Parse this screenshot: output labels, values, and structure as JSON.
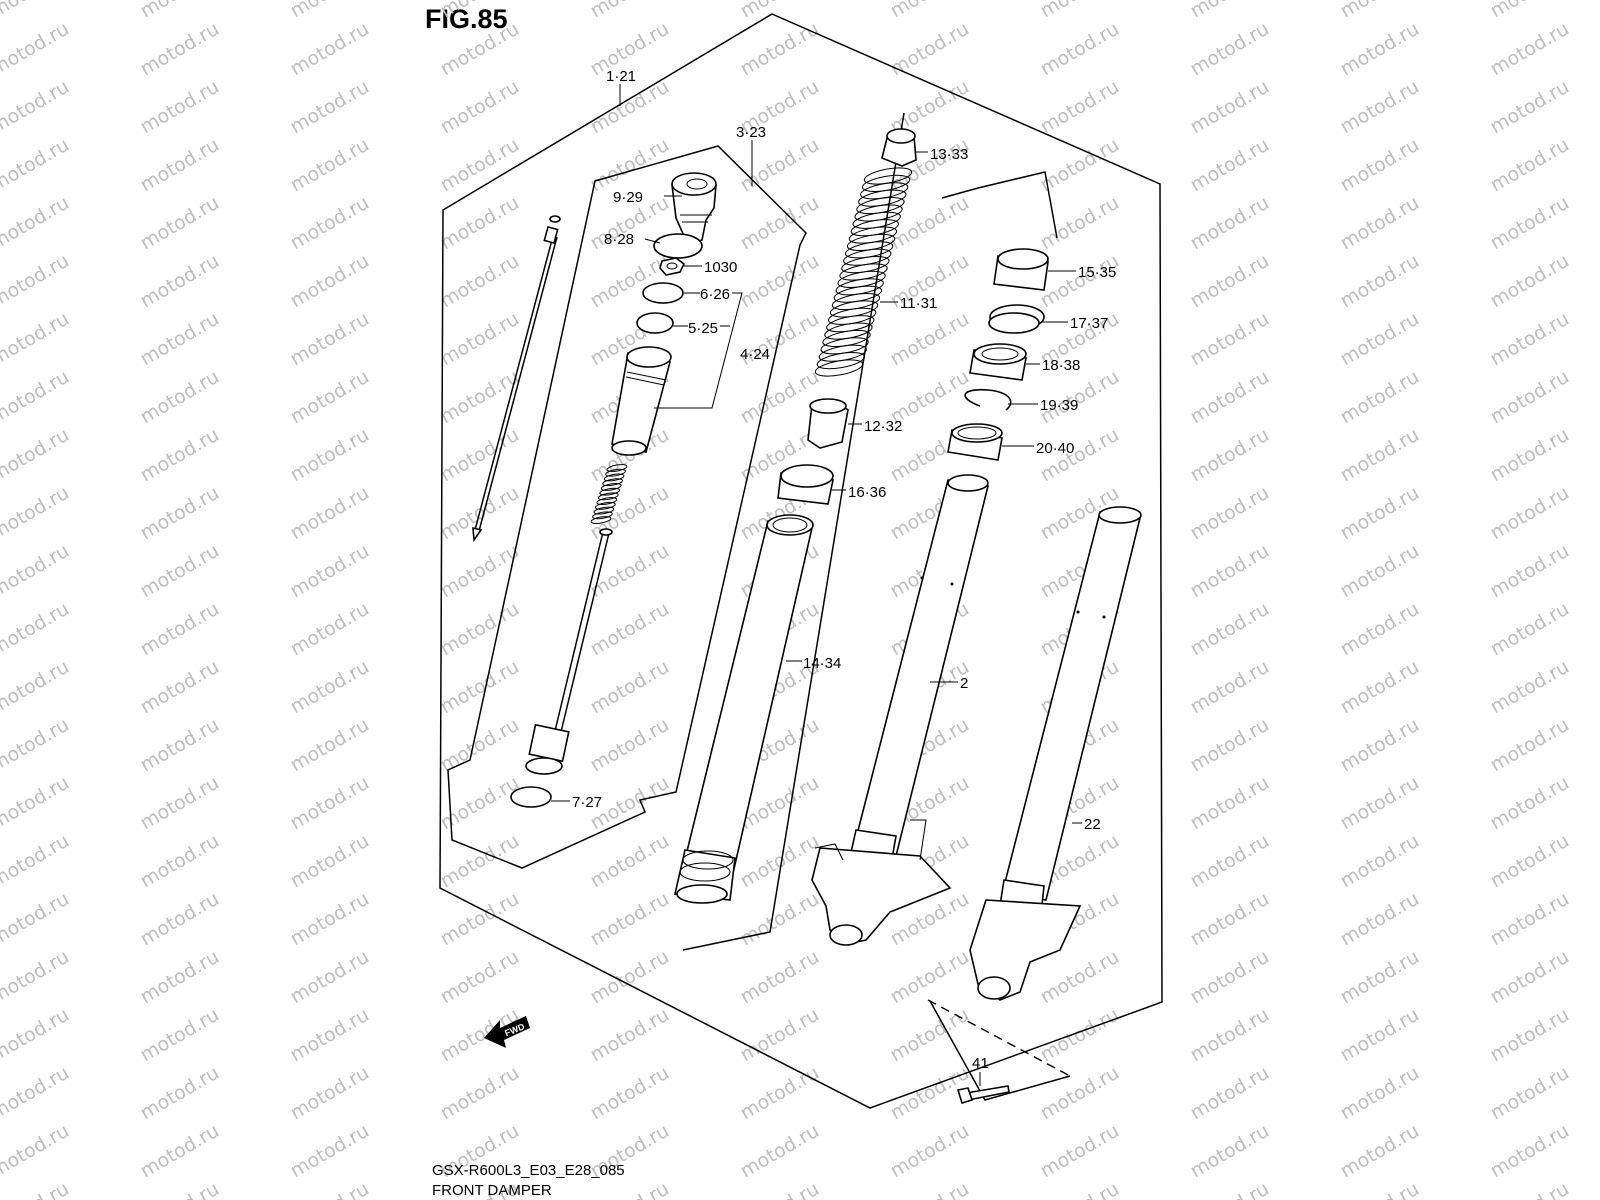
{
  "figure": {
    "title": "FIG.85",
    "code": "GSX-R600L3_E03_E28_085",
    "name": "FRONT DAMPER",
    "watermark": "motod.ru",
    "fwd_label": "FWD"
  },
  "callouts": [
    {
      "id": "c-1-21",
      "label": "1·21"
    },
    {
      "id": "c-3-23",
      "label": "3·23"
    },
    {
      "id": "c-9-29",
      "label": "9·29"
    },
    {
      "id": "c-8-28",
      "label": "8·28"
    },
    {
      "id": "c-10-30",
      "label": "1030"
    },
    {
      "id": "c-6-26",
      "label": "6·26"
    },
    {
      "id": "c-5-25",
      "label": "5·25"
    },
    {
      "id": "c-4-24",
      "label": "4·24"
    },
    {
      "id": "c-7-27",
      "label": "7·27"
    },
    {
      "id": "c-13-33",
      "label": "13·33"
    },
    {
      "id": "c-11-31",
      "label": "11·31"
    },
    {
      "id": "c-12-32",
      "label": "12·32"
    },
    {
      "id": "c-16-36",
      "label": "16·36"
    },
    {
      "id": "c-14-34",
      "label": "14·34"
    },
    {
      "id": "c-15-35",
      "label": "15·35"
    },
    {
      "id": "c-17-37",
      "label": "17·37"
    },
    {
      "id": "c-18-38",
      "label": "18·38"
    },
    {
      "id": "c-19-39",
      "label": "19·39"
    },
    {
      "id": "c-20-40",
      "label": "20·40"
    },
    {
      "id": "c-2",
      "label": "2"
    },
    {
      "id": "c-22",
      "label": "22"
    },
    {
      "id": "c-41",
      "label": "41"
    }
  ]
}
